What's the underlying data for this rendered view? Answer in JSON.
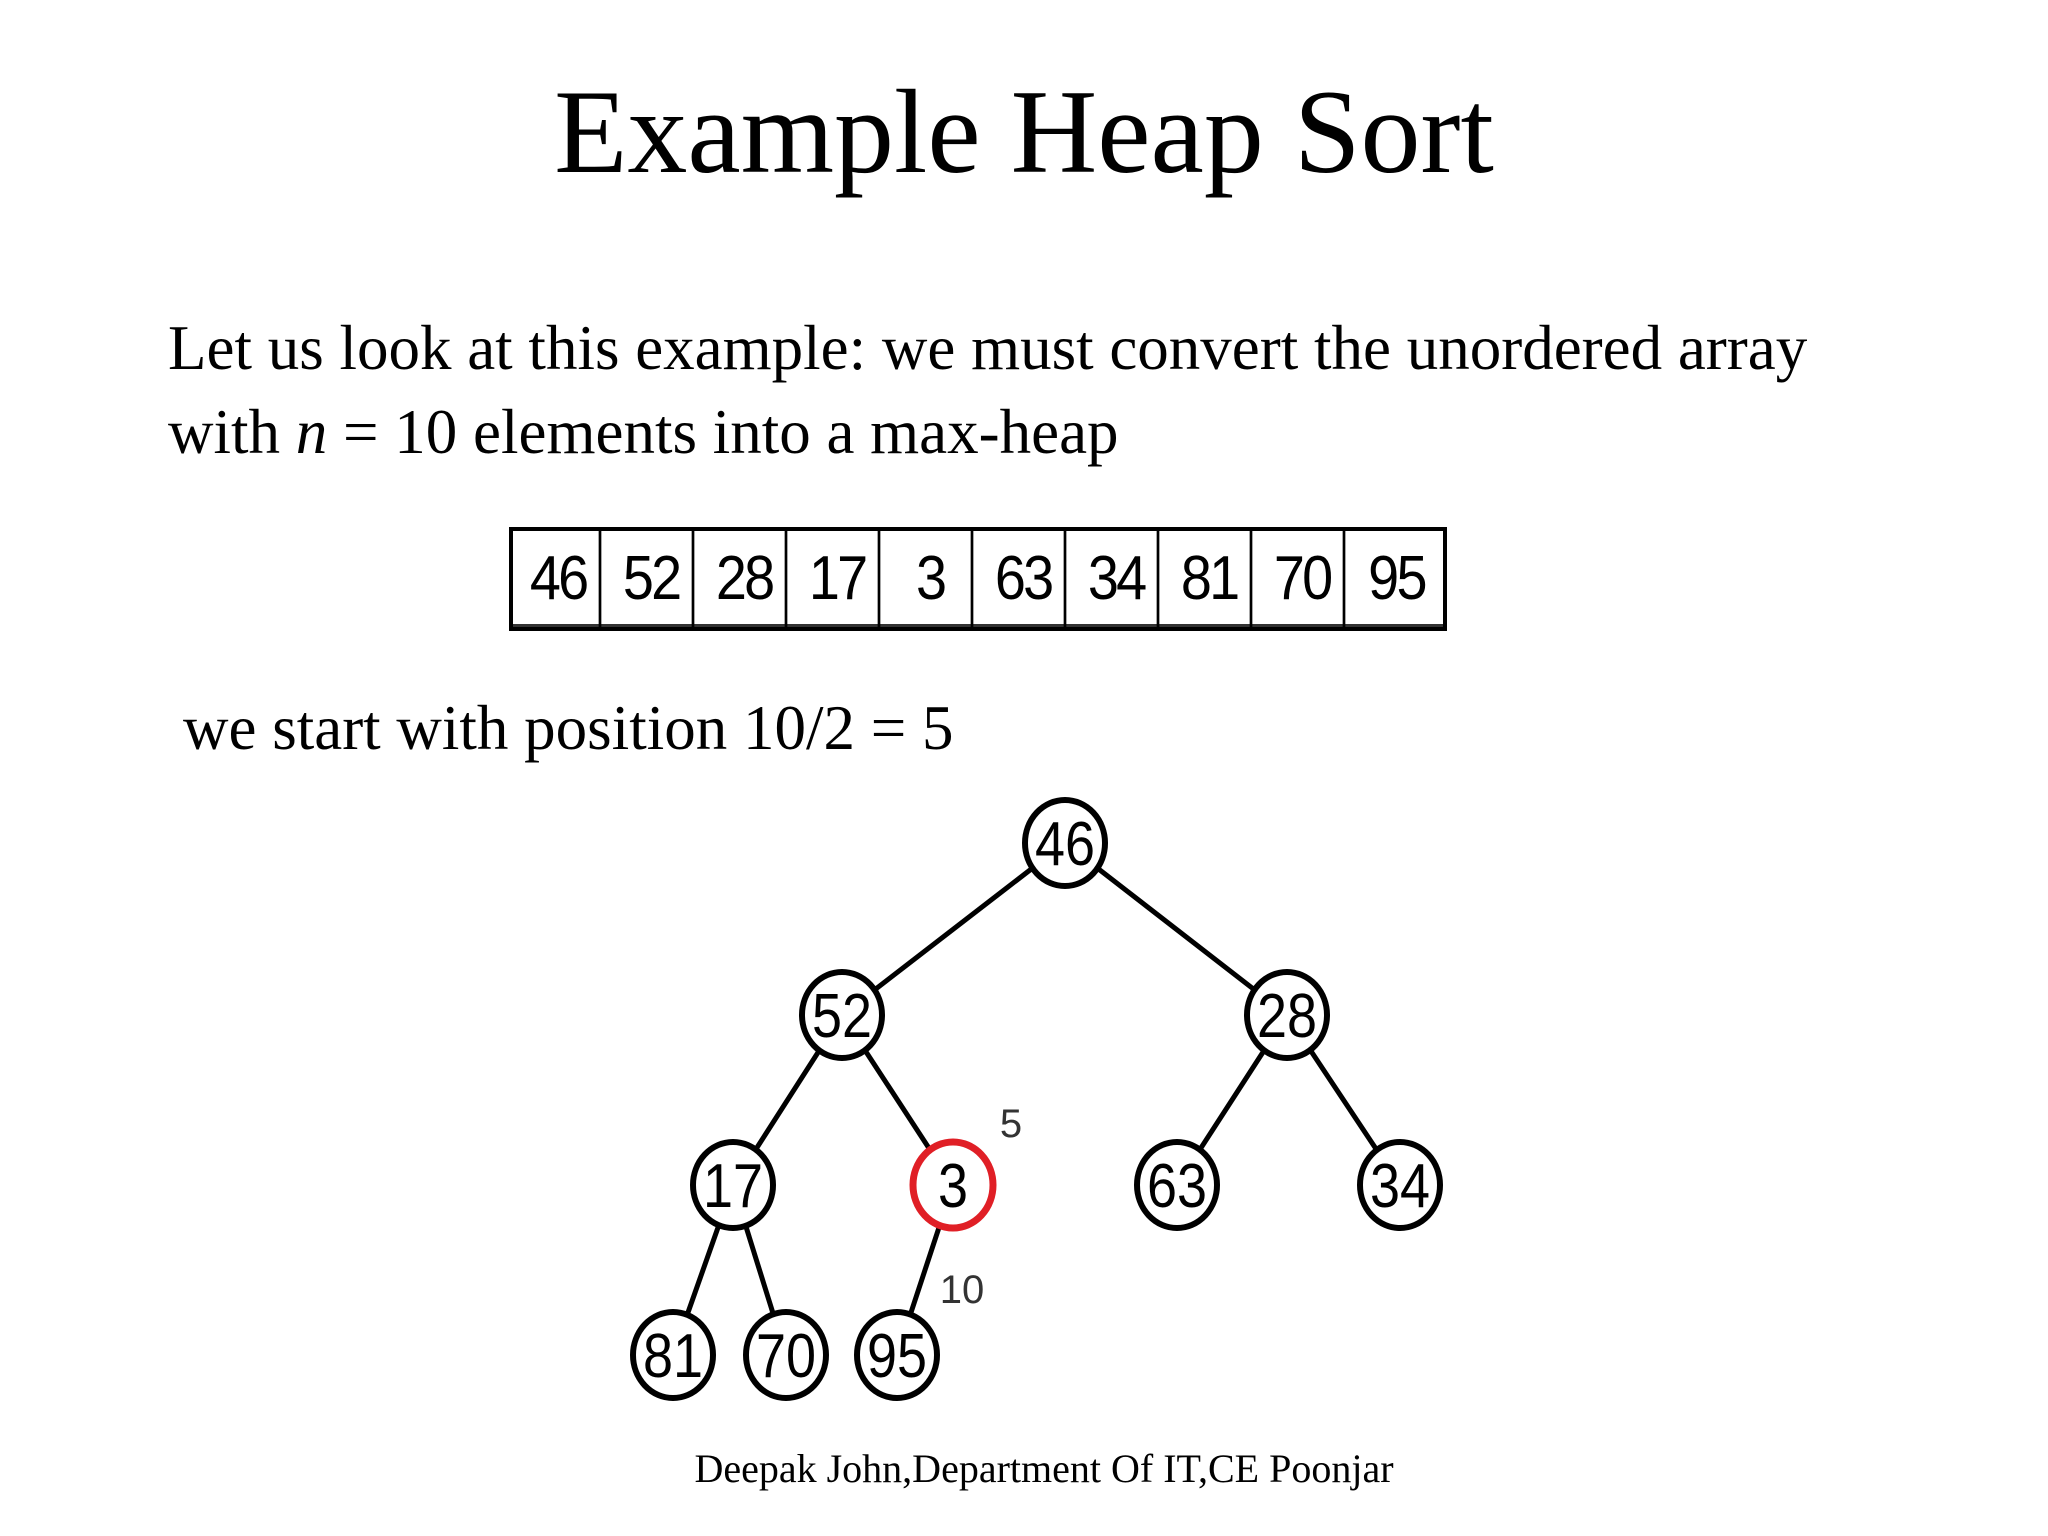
{
  "slide": {
    "title": "Example Heap Sort",
    "intro_line1": "Let us look at this example:  we must convert the unordered array",
    "intro_line2_prefix": "with ",
    "intro_line2_var": "n",
    "intro_line2_suffix": " = 10 elements into a max-heap",
    "start_text": "we start with position 10/2 = 5",
    "footer": "Deepak John,Department Of IT,CE Poonjar"
  },
  "array": [
    "46",
    "52",
    "28",
    "17",
    "3",
    "63",
    "34",
    "81",
    "70",
    "95"
  ],
  "tree": {
    "nodes": [
      {
        "id": "n1",
        "value": "46",
        "highlight": false
      },
      {
        "id": "n2",
        "value": "52",
        "highlight": false
      },
      {
        "id": "n3",
        "value": "28",
        "highlight": false
      },
      {
        "id": "n4",
        "value": "17",
        "highlight": false
      },
      {
        "id": "n5",
        "value": "3",
        "highlight": true,
        "index_label": "5"
      },
      {
        "id": "n6",
        "value": "63",
        "highlight": false
      },
      {
        "id": "n7",
        "value": "34",
        "highlight": false
      },
      {
        "id": "n8",
        "value": "81",
        "highlight": false
      },
      {
        "id": "n9",
        "value": "70",
        "highlight": false
      },
      {
        "id": "n10",
        "value": "95",
        "highlight": false,
        "index_label": "10"
      }
    ],
    "edges": [
      [
        "n1",
        "n2"
      ],
      [
        "n1",
        "n3"
      ],
      [
        "n2",
        "n4"
      ],
      [
        "n2",
        "n5"
      ],
      [
        "n3",
        "n6"
      ],
      [
        "n3",
        "n7"
      ],
      [
        "n4",
        "n8"
      ],
      [
        "n4",
        "n9"
      ],
      [
        "n5",
        "n10"
      ]
    ],
    "colors": {
      "node_stroke": "#000000",
      "highlight_stroke": "#e01f26",
      "edge": "#000000",
      "index_label": "#333333"
    }
  }
}
